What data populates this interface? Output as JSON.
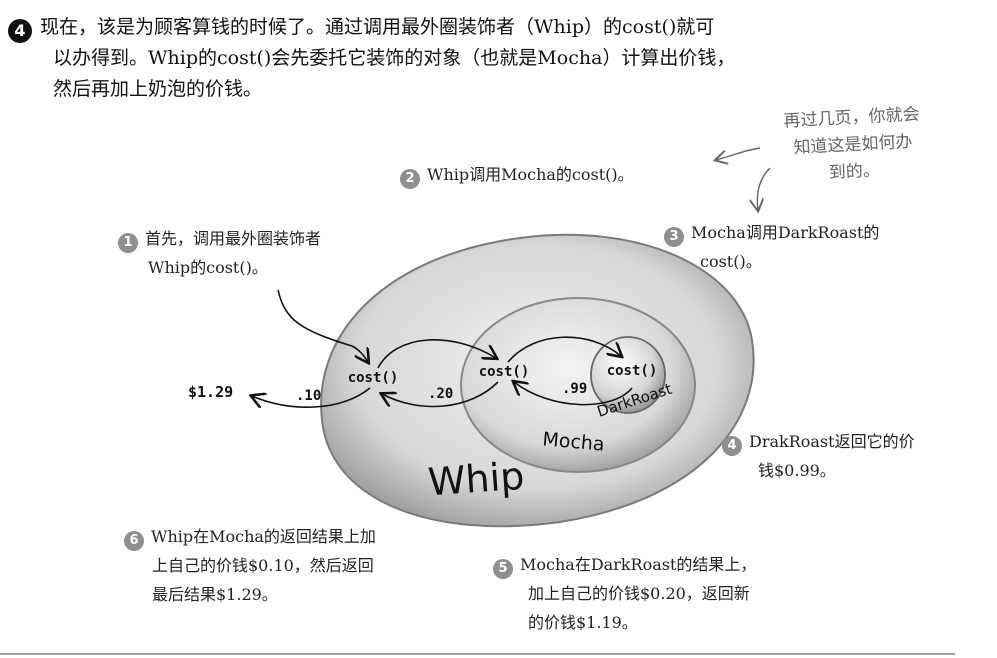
{
  "intro": {
    "number": "4",
    "lines": [
      "现在，该是为顾客算钱的时候了。通过调用最外圈装饰者（Whip）的cost()就可",
      "以办得到。Whip的cost()会先委托它装饰的对象（也就是Mocha）计算出价钱，",
      "然后再加上奶泡的价钱。"
    ]
  },
  "aside_note": [
    "再过几页，你就会",
    "知道这是如何办",
    "到的。"
  ],
  "steps": [
    {
      "number": "1",
      "lines": [
        "首先，调用最外圈装饰者",
        "Whip的cost()。"
      ]
    },
    {
      "number": "2",
      "lines": [
        "Whip调用Mocha的cost()。"
      ]
    },
    {
      "number": "3",
      "lines": [
        "Mocha调用DarkRoast的",
        "cost()。"
      ]
    },
    {
      "number": "4",
      "lines": [
        "DrakRoast返回它的价",
        "钱$0.99。"
      ]
    },
    {
      "number": "5",
      "lines": [
        "Mocha在DarkRoast的结果上，",
        "加上自己的价钱$0.20，返回新",
        "的价钱$1.19。"
      ]
    },
    {
      "number": "6",
      "lines": [
        "Whip在Mocha的返回结果上加",
        "上自己的价钱$0.10，然后返回",
        "最后结果$1.29。"
      ]
    }
  ],
  "diagram": {
    "layers": {
      "outer": "Whip",
      "middle": "Mocha",
      "inner": "DarkRoast"
    },
    "call_label": "cost()",
    "returns": {
      "inner": ".99",
      "middle": ".20",
      "outer": ".10"
    },
    "total": "$1.29"
  },
  "colors": {
    "badge": "#8f8f8f",
    "intro_badge": "#111111",
    "ink": "#111111",
    "aside": "#666666"
  }
}
